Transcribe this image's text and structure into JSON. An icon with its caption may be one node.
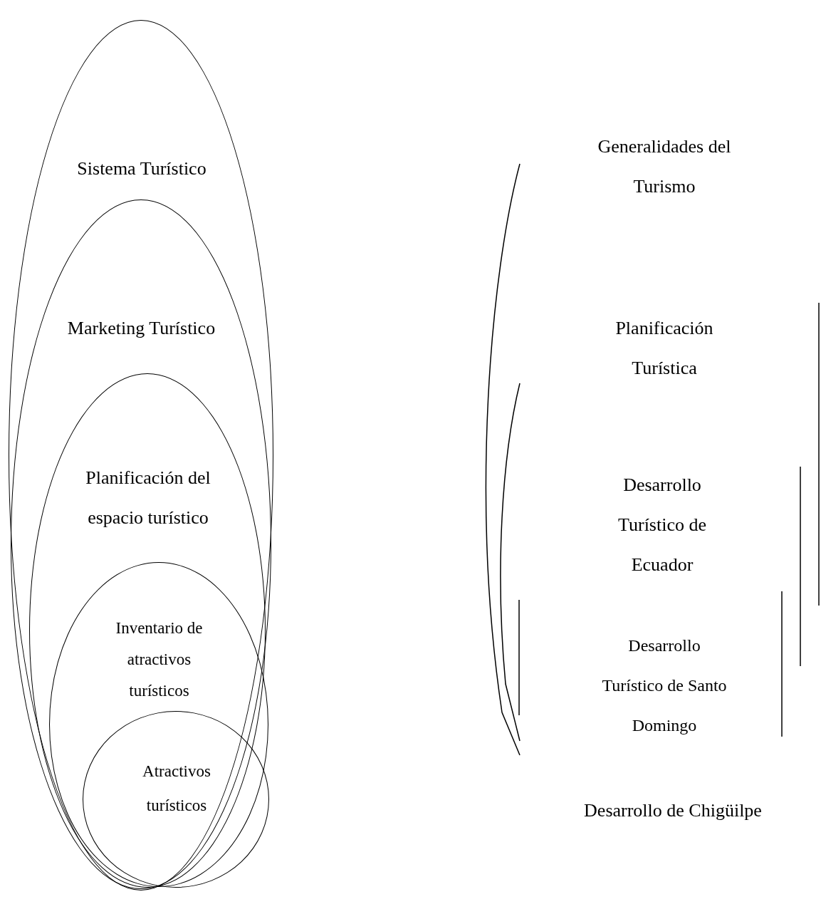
{
  "diagram": {
    "nodes": [
      {
        "text": [
          "Sistema Turístico"
        ]
      },
      {
        "text": [
          "Marketing Turístico"
        ],
        "in": 0
      },
      {
        "text": [
          "Planificación del espacio turístico"
        ],
        "in": 1
      },
      {
        "text": [
          "Inventario de atractivos turísticos"
        ],
        "in": 2
      },
      {
        "text": [
          "Atractivos turísticos"
        ],
        "in": 3
      }
    ],
    "labels": [
      "Generalidades del Turismo",
      "Planificación Turística",
      "Desarrollo Turístico de Ecuador",
      "Desarrollo Turístico de Santo Domingo",
      "Desarrollo de Chigüilpe"
    ]
  }
}
